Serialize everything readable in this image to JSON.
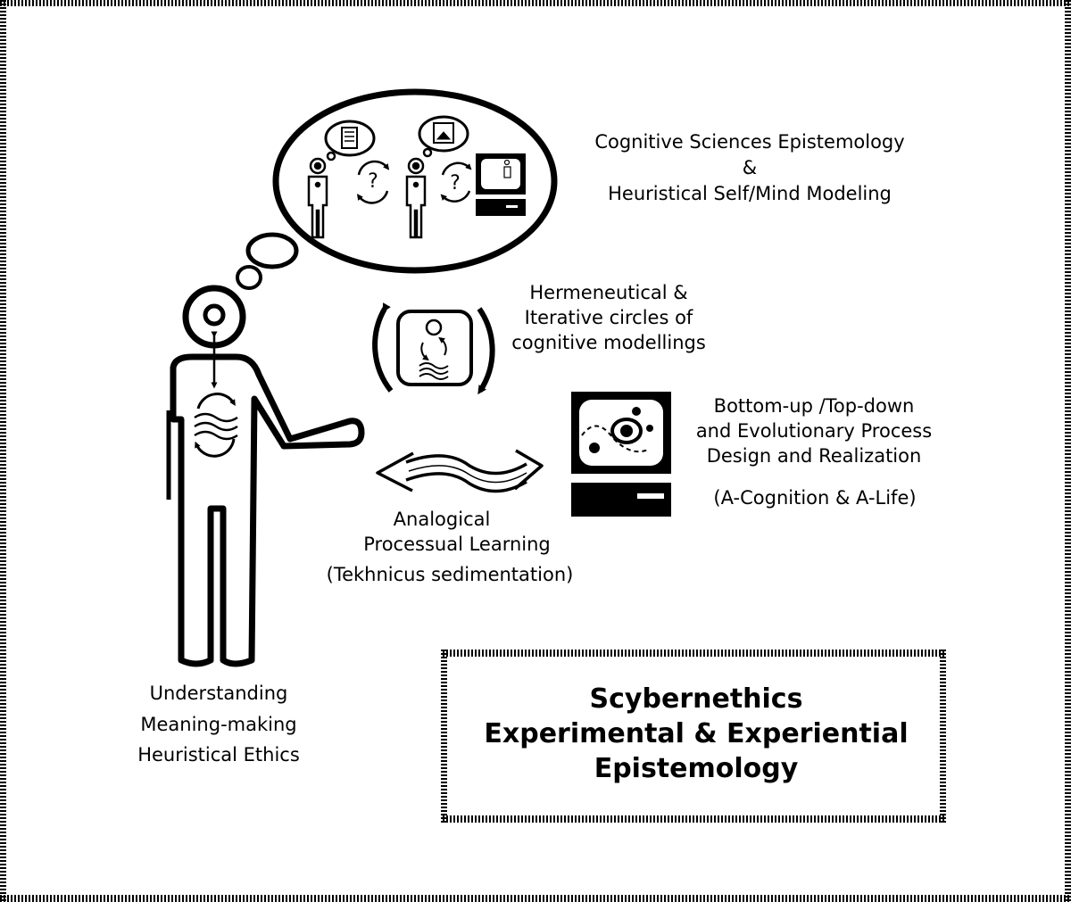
{
  "labels": {
    "cognitive": [
      "Cognitive Sciences Epistemology",
      "&",
      "Heuristical Self/Mind Modeling"
    ],
    "hermeneutical": [
      "Hermeneutical &",
      "Iterative circles of",
      "cognitive modellings"
    ],
    "bottomup": [
      "Bottom-up /Top-down",
      "and Evolutionary Process",
      "Design and Realization"
    ],
    "alife": "(A-Cognition & A-Life)",
    "analogical": [
      "Analogical",
      "Processual Learning"
    ],
    "tekhnicus": "(Tekhnicus sedimentation)",
    "understanding": [
      "Understanding",
      "Meaning-making",
      "Heuristical Ethics"
    ]
  },
  "title": [
    "Scybernethics",
    "Experimental & Experiential",
    "Epistemology"
  ],
  "symbols": {
    "question": "?"
  },
  "colors": {
    "ink": "#000000",
    "paper": "#ffffff"
  },
  "icons": [
    "human-figure-icon",
    "thought-bubble-icon",
    "computer-icon",
    "circular-arrows-icon",
    "wave-icon",
    "double-arrow-icon"
  ]
}
